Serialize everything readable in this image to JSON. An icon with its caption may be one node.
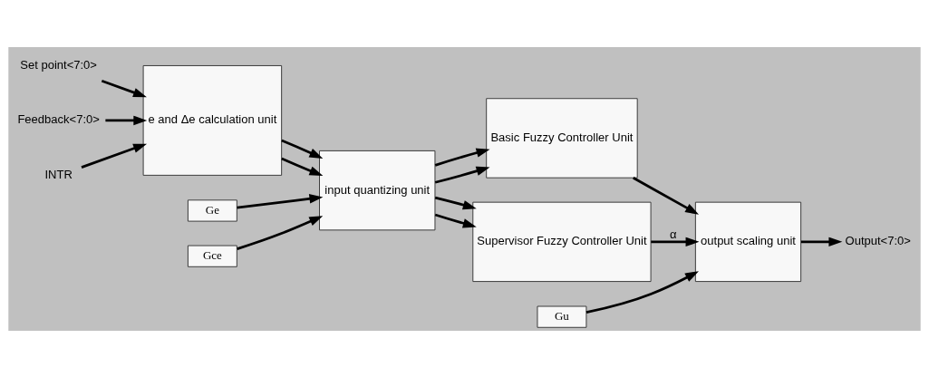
{
  "diagram": {
    "nodes": [
      {
        "text": [
          "Set point<7:0>"
        ]
      },
      {
        "text": [
          "Feedback<7:0>"
        ]
      },
      {
        "text": [
          "INTR"
        ]
      },
      {
        "text": [
          "Ge"
        ]
      },
      {
        "text": [
          "e and Δe calculation unit"
        ]
      },
      {
        "text": [
          "Gce"
        ]
      },
      {
        "text": [
          "input quantizing unit"
        ]
      },
      {
        "text": [
          "Gu"
        ]
      },
      {
        "text": [
          "Basic Fuzzy Controller Unit"
        ]
      },
      {
        "text": [
          "Supervisor Fuzzy Controller Unit"
        ]
      },
      {
        "text": [
          "output scaling unit"
        ]
      },
      {
        "text": [
          "Output<7:0>"
        ]
      }
    ],
    "edges": [
      {
        "from": 0,
        "to": 4,
        "arrow": "to"
      },
      {
        "from": 1,
        "to": 4,
        "arrow": "to"
      },
      {
        "from": 2,
        "to": 4,
        "arrow": "to"
      },
      {
        "from": 3,
        "to": 6,
        "arrow": "to"
      },
      {
        "from": 4,
        "to": 6,
        "arrow": "to"
      },
      {
        "from": 4,
        "to": 6,
        "arrow": "to"
      },
      {
        "from": 5,
        "to": 6,
        "arrow": "to"
      },
      {
        "from": 6,
        "to": 8,
        "arrow": "to"
      },
      {
        "from": 6,
        "to": 8,
        "arrow": "to"
      },
      {
        "from": 6,
        "to": 9,
        "arrow": "to"
      },
      {
        "from": 6,
        "to": 9,
        "arrow": "to"
      },
      {
        "from": 7,
        "to": 10,
        "arrow": "to"
      },
      {
        "from": 8,
        "to": 10,
        "arrow": "to"
      },
      {
        "from": 9,
        "to": 10,
        "arrow": "to",
        "label": "α"
      },
      {
        "from": 10,
        "to": 11,
        "arrow": "to"
      }
    ]
  }
}
